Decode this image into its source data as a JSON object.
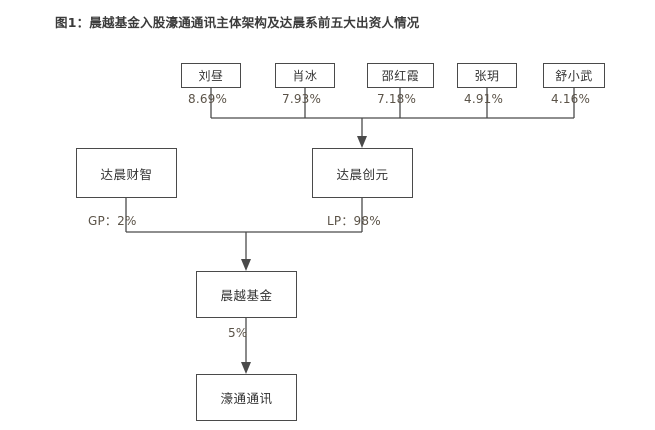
{
  "figure": {
    "title": "图1：晨越基金入股濠通通讯主体架构及达晨系前五大出资人情况",
    "accent_color": "#4a4a4a",
    "label_color": "#5b5348",
    "background": "#ffffff"
  },
  "shareholders": [
    {
      "name": "刘昼",
      "stake": "8.69%"
    },
    {
      "name": "肖冰",
      "stake": "7.93%"
    },
    {
      "name": "邵红霞",
      "stake": "7.18%"
    },
    {
      "name": "张玥",
      "stake": "4.91%"
    },
    {
      "name": "舒小武",
      "stake": "4.16%"
    }
  ],
  "entities": {
    "gp_firm": {
      "name": "达晨财智",
      "role_label": "GP：2%"
    },
    "lp_firm": {
      "name": "达晨创元",
      "role_label": "LP：98%"
    },
    "fund": {
      "name": "晨越基金",
      "stake_label": "5%"
    },
    "target": {
      "name": "濠通通讯"
    }
  }
}
